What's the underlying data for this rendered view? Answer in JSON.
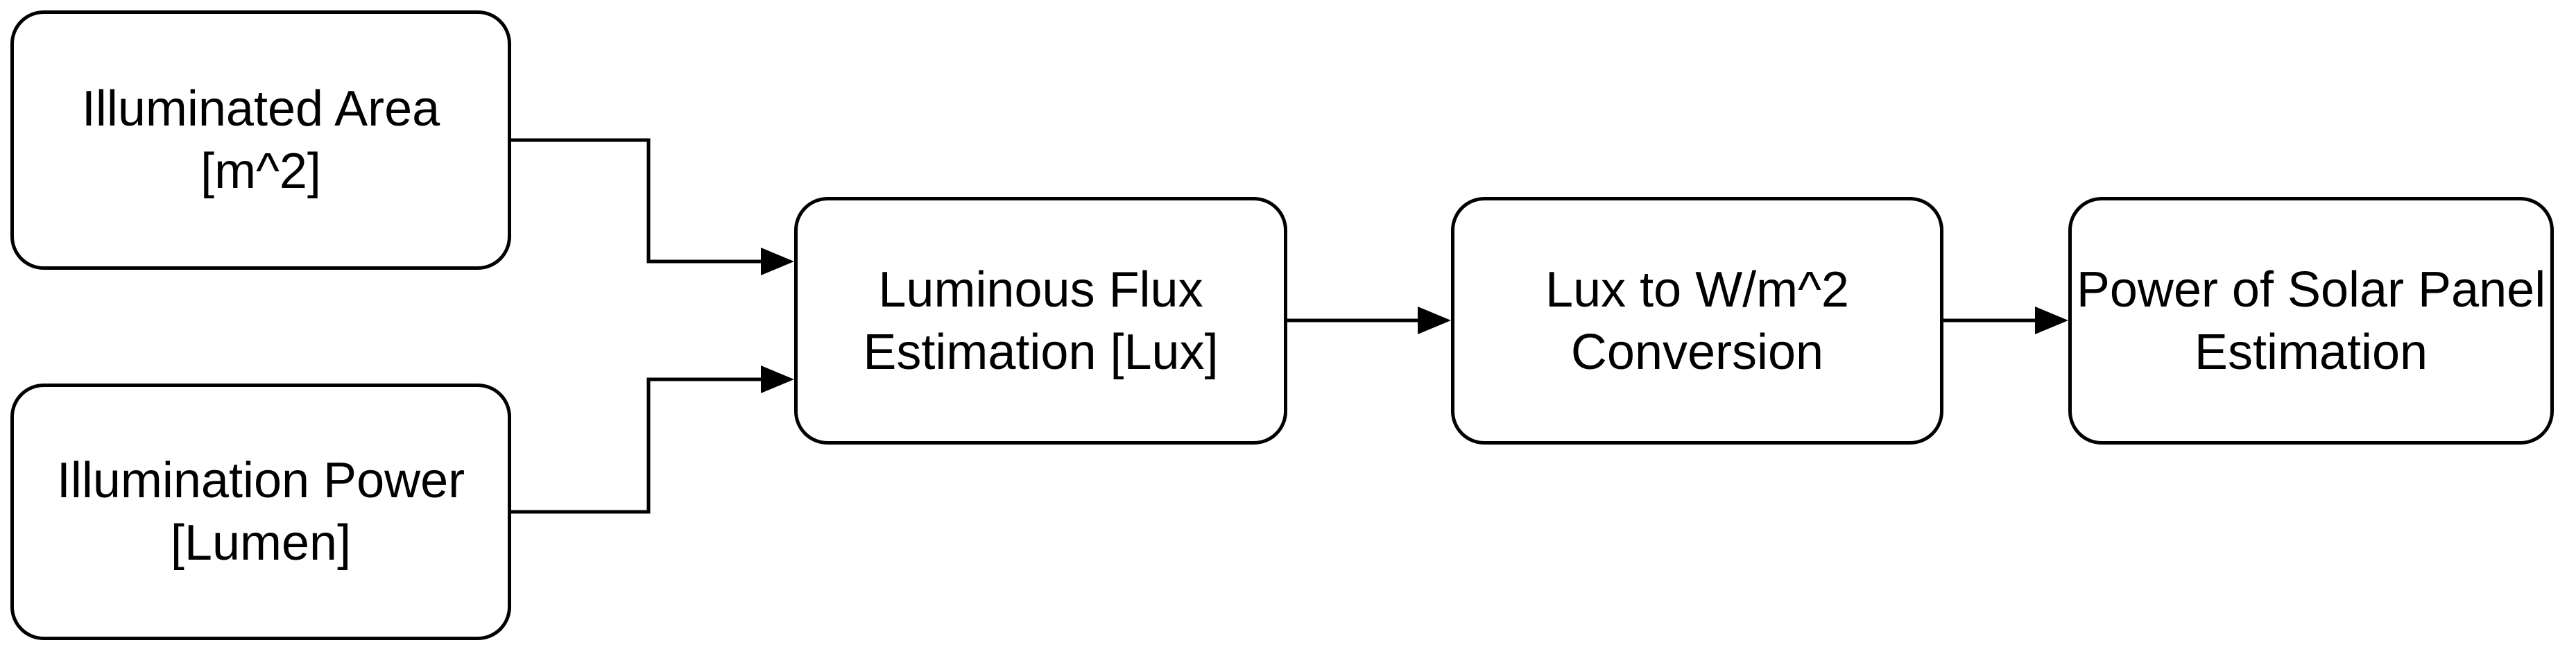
{
  "diagram": {
    "type": "flowchart",
    "colors": {
      "background": "#ffffff",
      "node_fill": "#ffffff",
      "stroke": "#000000",
      "text": "#000000"
    },
    "nodes": [
      {
        "id": "illuminated-area",
        "line1": "Illuminated Area",
        "line2": "[m^2]"
      },
      {
        "id": "illumination-power",
        "line1": "Illumination Power",
        "line2": "[Lumen]"
      },
      {
        "id": "luminous-flux-estimation",
        "line1": "Luminous Flux",
        "line2": "Estimation [Lux]"
      },
      {
        "id": "lux-to-wm2-conversion",
        "line1": "Lux to W/m^2",
        "line2": "Conversion"
      },
      {
        "id": "solar-panel-power",
        "line1": "Power of Solar Panel",
        "line2": "Estimation"
      }
    ],
    "edges": [
      {
        "from": "illuminated-area",
        "to": "luminous-flux-estimation"
      },
      {
        "from": "illumination-power",
        "to": "luminous-flux-estimation"
      },
      {
        "from": "luminous-flux-estimation",
        "to": "lux-to-wm2-conversion"
      },
      {
        "from": "lux-to-wm2-conversion",
        "to": "solar-panel-power"
      }
    ]
  }
}
